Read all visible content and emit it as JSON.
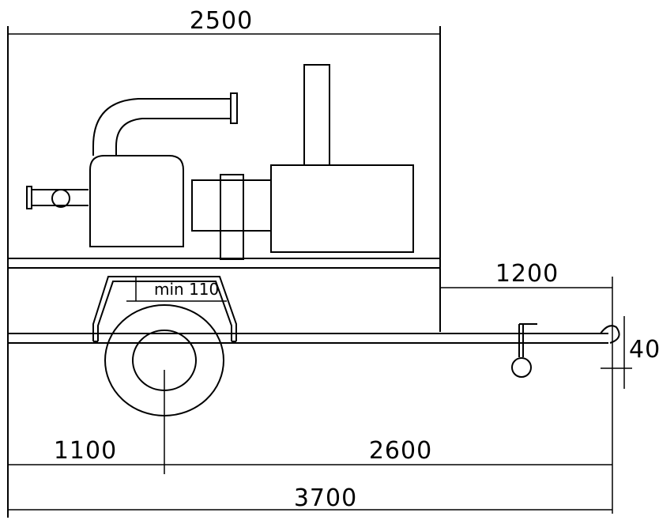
{
  "dimensions": {
    "top_width": "2500",
    "overhang": "1200",
    "hitch_height": "40",
    "clearance": "min 110",
    "front_to_axle": "1100",
    "axle_to_hitch": "2600",
    "overall_length": "3700"
  }
}
